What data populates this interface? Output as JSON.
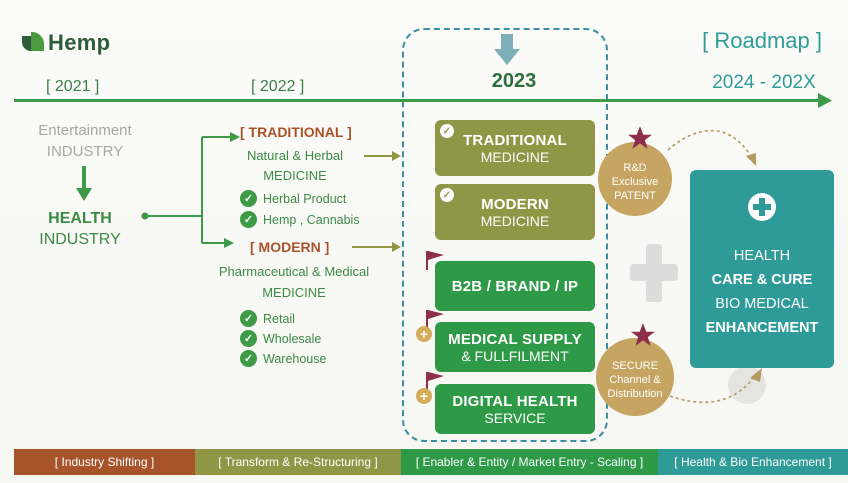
{
  "logo": {
    "text": "Hemp"
  },
  "roadmap_label": "[ Roadmap ]",
  "timeline": {
    "y2021": "[ 2021 ]",
    "y2022": "[ 2022 ]",
    "y2023": "2023",
    "y2024": "2024 - 202X"
  },
  "col2021": {
    "from_line1": "Entertainment",
    "from_line2": "INDUSTRY",
    "to_line1": "HEALTH",
    "to_line2": "INDUSTRY"
  },
  "col2022": {
    "traditional": {
      "title": "[ TRADITIONAL ]",
      "line1": "Natural & Herbal",
      "line2": "MEDICINE",
      "bullets": [
        "Herbal Product",
        "Hemp , Cannabis"
      ]
    },
    "modern": {
      "title": "[ MODERN ]",
      "line1": "Pharmaceutical & Medical",
      "line2": "MEDICINE",
      "bullets": [
        "Retail",
        "Wholesale",
        "Warehouse"
      ]
    }
  },
  "col2023": {
    "boxes": [
      {
        "line1": "TRADITIONAL",
        "line2": "MEDICINE"
      },
      {
        "line1": "MODERN",
        "line2": "MEDICINE"
      },
      {
        "line1": "B2B / BRAND / IP",
        "line2": ""
      },
      {
        "line1": "MEDICAL SUPPLY",
        "line2": "& FULLFILMENT"
      },
      {
        "line1": "DIGITAL HEALTH",
        "line2": "SERVICE"
      }
    ]
  },
  "circles": {
    "rnd": {
      "line1": "R&D",
      "line2": "Exclusive",
      "line3": "PATENT"
    },
    "secure": {
      "line1": "SECURE",
      "line2": "Channel &",
      "line3": "Distribution"
    }
  },
  "goal": {
    "line1": "HEALTH",
    "line2": "CARE & CURE",
    "line3": "BIO MEDICAL",
    "line4": "ENHANCEMENT"
  },
  "phases": [
    {
      "label": "[ Industry Shifting ]",
      "color": "#a8542a"
    },
    {
      "label": "[ Transform & Re-Structuring ]",
      "color": "#8f9746"
    },
    {
      "label": "[ Enabler & Entity / Market  Entry - Scaling ]",
      "color": "#2e9a48"
    },
    {
      "label": "[ Health & Bio Enhancement ]",
      "color": "#2f9b98"
    }
  ],
  "colors": {
    "green": "#3d8a45",
    "olive": "#8f9746",
    "teal": "#2f9b98",
    "gold": "#c6a461",
    "maroon": "#8e2e4f"
  }
}
